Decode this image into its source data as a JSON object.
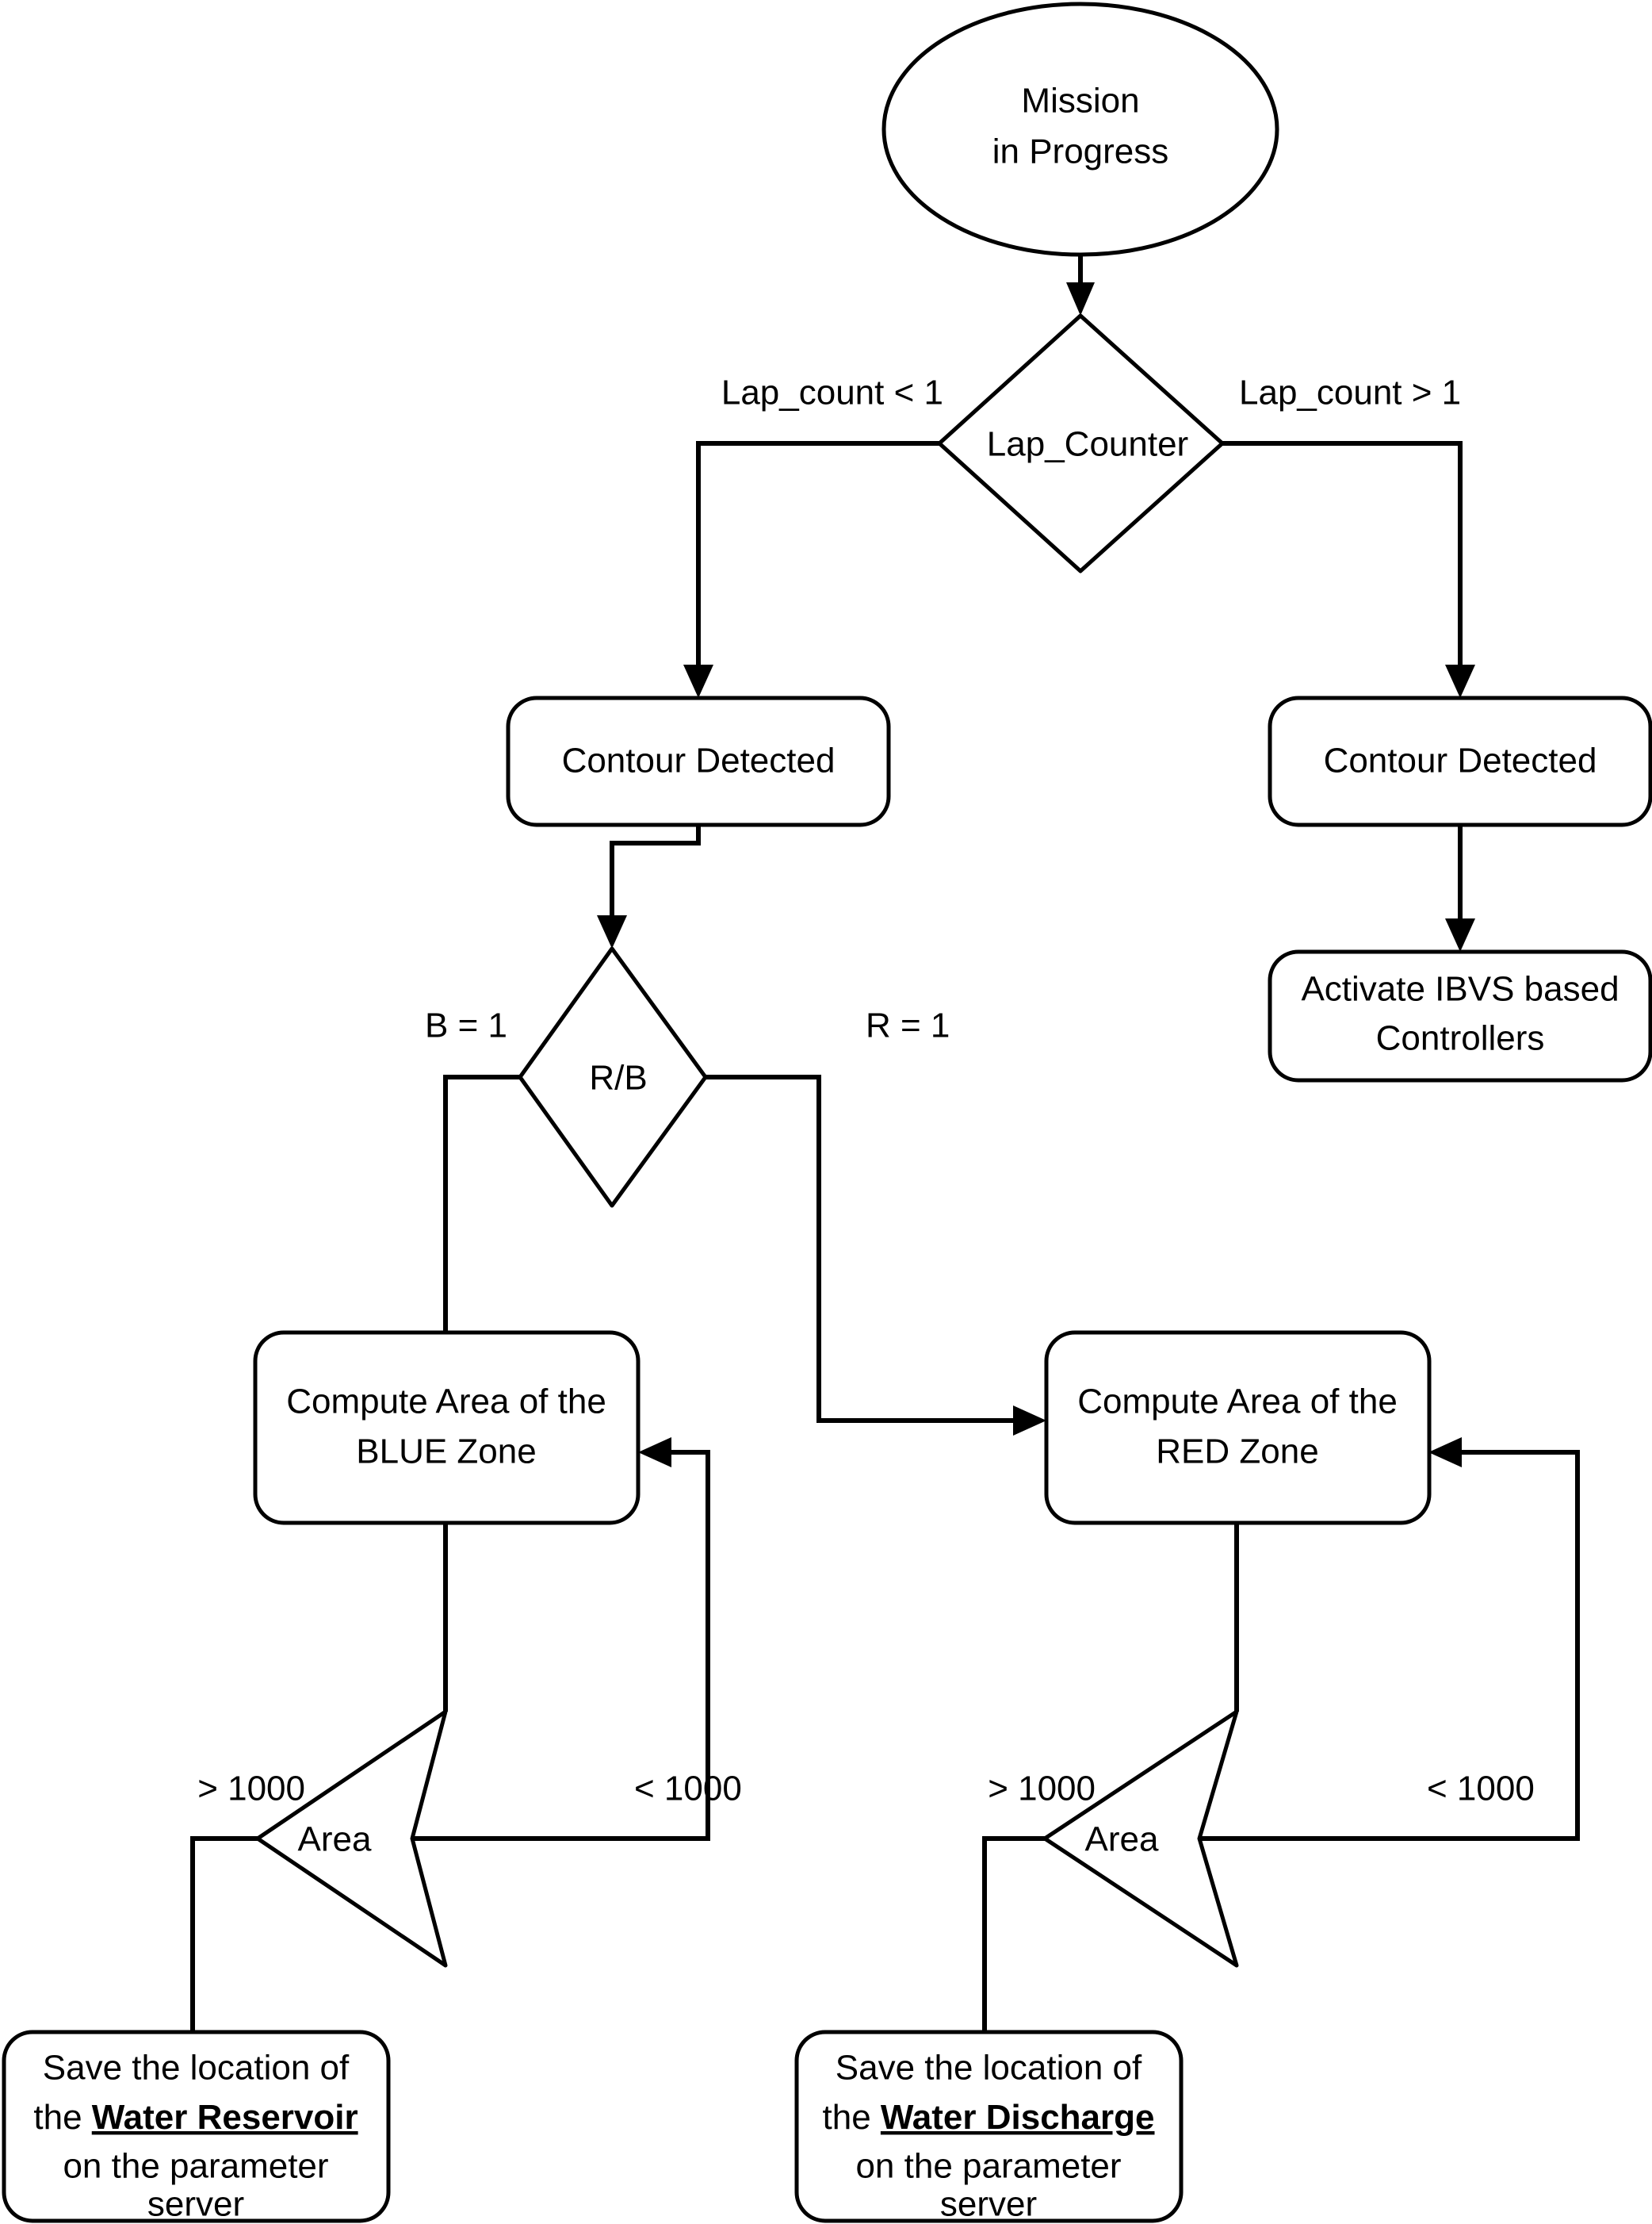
{
  "diagram": {
    "title": "Mission flowchart",
    "background_color": "#ffffff",
    "line_color": "#000000",
    "text_color": "#000000"
  },
  "nodes": {
    "start": {
      "shape": "ellipse",
      "line1": "Mission",
      "line2": "in Progress"
    },
    "lap_counter": {
      "shape": "diamond",
      "label": "Lap_Counter"
    },
    "contour_left": {
      "shape": "rounded-rect",
      "label": "Contour Detected"
    },
    "contour_right": {
      "shape": "rounded-rect",
      "label": "Contour Detected"
    },
    "activate_ibvs": {
      "shape": "rounded-rect",
      "line1": "Activate IBVS based",
      "line2": "Controllers"
    },
    "rb_decision": {
      "shape": "diamond",
      "label": "R/B"
    },
    "compute_blue": {
      "shape": "rounded-rect",
      "line1": "Compute Area of the",
      "line2": "BLUE Zone"
    },
    "compute_red": {
      "shape": "rounded-rect",
      "line1": "Compute Area of the",
      "line2": "RED Zone"
    },
    "area_left": {
      "shape": "diamond",
      "label": "Area"
    },
    "area_right": {
      "shape": "diamond",
      "label": "Area"
    },
    "save_reservoir": {
      "shape": "rounded-rect",
      "line1": "Save the location of",
      "line2_prefix": "the ",
      "line2_emphasis": "Water Reservoir",
      "line3": "on the parameter",
      "line4": "server"
    },
    "save_discharge": {
      "shape": "rounded-rect",
      "line1": "Save the location of",
      "line2_prefix": "the ",
      "line2_emphasis": "Water Discharge",
      "line3": "on the parameter",
      "line4": "server"
    }
  },
  "edge_labels": {
    "lap_count_lt": "Lap_count < 1",
    "lap_count_gt": "Lap_count > 1",
    "b_equals_1": "B = 1",
    "r_equals_1": "R = 1",
    "area_left_gt": "> 1000",
    "area_left_lt": "< 1000",
    "area_right_gt": "> 1000",
    "area_right_lt": "< 1000"
  }
}
